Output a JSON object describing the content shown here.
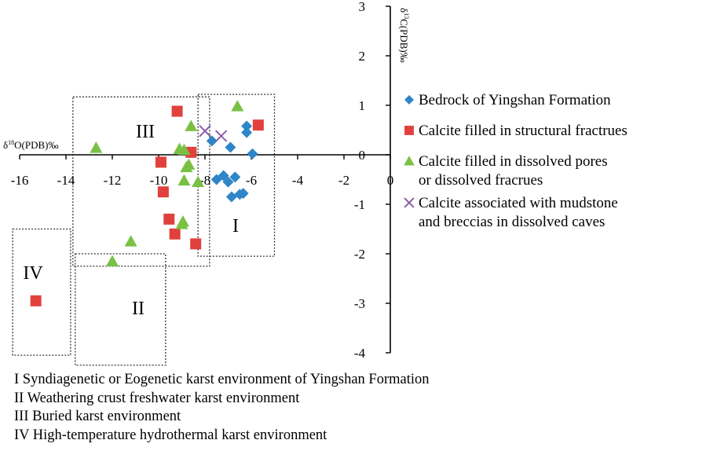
{
  "chart_data": {
    "type": "scatter",
    "x_axis": {
      "label": "δ18O(PDB)‰",
      "range": [
        -16,
        0
      ],
      "ticks": [
        -16,
        -14,
        -12,
        -10,
        -8,
        -6,
        -4,
        -2,
        0
      ],
      "tick_labels": [
        "-16",
        "-14",
        "-12",
        "-10",
        "-8",
        "-6",
        "-4",
        "-2",
        "0"
      ]
    },
    "y_axis": {
      "label": "δ13C(PDB)‰",
      "range": [
        -4,
        3
      ],
      "ticks": [
        -4,
        -3,
        -2,
        -1,
        0,
        1,
        2,
        3
      ],
      "tick_labels": [
        "-4",
        "-3",
        "-2",
        "-1",
        "0",
        "1",
        "2",
        "3"
      ]
    },
    "grid": false,
    "legend_position": "right",
    "series": [
      {
        "name": "Bedrock of Yingshan Formation",
        "marker": "diamond",
        "color": "#2e86c8",
        "points": [
          [
            -6.9,
            0.15
          ],
          [
            -6.2,
            0.58
          ],
          [
            -6.2,
            0.45
          ],
          [
            -5.95,
            0.02
          ],
          [
            -7.7,
            0.28
          ],
          [
            -7.5,
            -0.5
          ],
          [
            -7.2,
            -0.42
          ],
          [
            -7.0,
            -0.55
          ],
          [
            -6.7,
            -0.45
          ],
          [
            -6.85,
            -0.85
          ],
          [
            -6.5,
            -0.8
          ],
          [
            -6.35,
            -0.78
          ]
        ]
      },
      {
        "name": "Calcite filled in structural fractrues",
        "marker": "square",
        "color": "#e0413c",
        "points": [
          [
            -9.2,
            0.88
          ],
          [
            -8.6,
            0.05
          ],
          [
            -9.9,
            -0.15
          ],
          [
            -9.8,
            -0.75
          ],
          [
            -9.55,
            -1.3
          ],
          [
            -9.3,
            -1.6
          ],
          [
            -8.4,
            -1.8
          ],
          [
            -5.7,
            0.6
          ],
          [
            -15.3,
            -2.95
          ]
        ]
      },
      {
        "name": "Calcite filled in dissolved pores or dissolved fracrues",
        "marker": "triangle",
        "color": "#7ac143",
        "points": [
          [
            -6.6,
            0.98
          ],
          [
            -8.6,
            0.58
          ],
          [
            -9.1,
            0.12
          ],
          [
            -8.9,
            0.1
          ],
          [
            -8.7,
            -0.2
          ],
          [
            -8.8,
            -0.25
          ],
          [
            -8.9,
            -0.52
          ],
          [
            -8.3,
            -0.55
          ],
          [
            -8.95,
            -1.35
          ],
          [
            -9.0,
            -1.4
          ],
          [
            -11.2,
            -1.75
          ],
          [
            -12.0,
            -2.15
          ],
          [
            -12.7,
            0.14
          ]
        ]
      },
      {
        "name": "Calcite associated with mudstone and breccias in dissolved caves",
        "marker": "x",
        "color": "#8b5fa8",
        "points": [
          [
            -8.0,
            0.48
          ],
          [
            -7.3,
            0.38
          ]
        ]
      }
    ],
    "zones": [
      {
        "label": "I",
        "x": [
          -8.3,
          -5.0
        ],
        "y": [
          -2.05,
          1.22
        ]
      },
      {
        "label": "II",
        "x": [
          -13.6,
          -9.7
        ],
        "y": [
          -2.0,
          -4.25
        ]
      },
      {
        "label": "III",
        "x": [
          -13.7,
          -7.8
        ],
        "y": [
          -2.25,
          1.17
        ]
      },
      {
        "label": "IV",
        "x": [
          -16.3,
          -13.8
        ],
        "y": [
          -1.5,
          -4.05
        ]
      }
    ]
  },
  "axis_titles": {
    "x": {
      "pre": "δ",
      "sup": "18",
      "post": "O(PDB)‰"
    },
    "y": {
      "pre": "δ",
      "sup": "13",
      "post": "C(PDB)‰"
    }
  },
  "legend": [
    {
      "lines": [
        "Bedrock of Yingshan Formation"
      ]
    },
    {
      "lines": [
        "Calcite filled in structural fractrues"
      ]
    },
    {
      "lines": [
        "Calcite filled in dissolved pores",
        "or dissolved fracrues"
      ]
    },
    {
      "lines": [
        "Calcite associated with mudstone",
        "and breccias in dissolved caves"
      ]
    }
  ],
  "notes": [
    "I   Syndiagenetic or Eogenetic karst environment of Yingshan Formation",
    "II Weathering crust freshwater karst environment",
    "III Buried karst environment",
    "IV High-temperature hydrothermal karst environment"
  ]
}
